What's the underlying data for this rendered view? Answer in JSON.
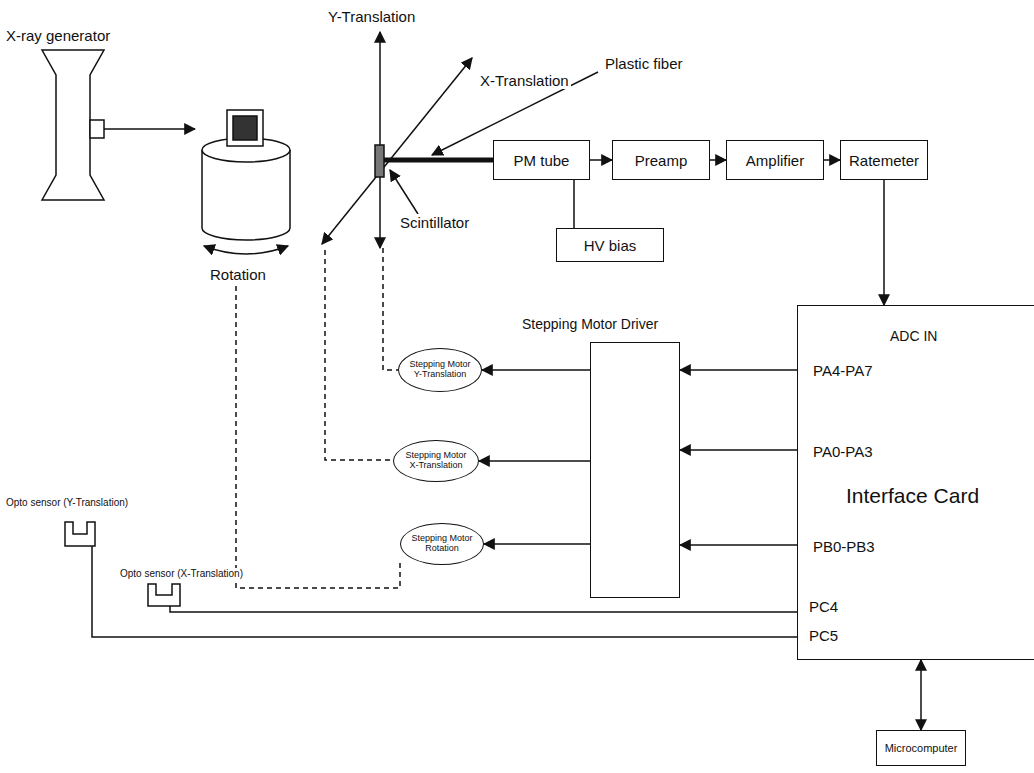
{
  "diagram": {
    "nodes": [
      {
        "text": [
          "PM tube"
        ]
      },
      {
        "text": [
          "Preamp"
        ]
      },
      {
        "text": [
          "Amplifier"
        ]
      },
      {
        "text": [
          "Ratemeter"
        ]
      },
      {
        "text": [
          "HV bias"
        ]
      },
      {
        "text": [
          "Stepping Motor Driver"
        ]
      },
      {
        "text": [
          "ADC IN",
          "PA4-PA7",
          "PA0-PA3",
          "Interface Card",
          "PB0-PB3",
          "PC4",
          "PC5"
        ]
      },
      {
        "text": [
          "Stepping Motor Y-Translation"
        ]
      },
      {
        "text": [
          "Stepping Motor X-Translation"
        ]
      },
      {
        "text": [
          "Stepping Motor Rotation"
        ]
      },
      {
        "text": [
          "Microcomputer"
        ]
      }
    ],
    "edges": [
      {
        "from": 0,
        "to": 1,
        "arrow": "to"
      },
      {
        "from": 1,
        "to": 2,
        "arrow": "to"
      },
      {
        "from": 2,
        "to": 3,
        "arrow": "to"
      },
      {
        "from": 3,
        "to": 6,
        "arrow": "to"
      },
      {
        "from": 4,
        "to": 0,
        "arrow": "none"
      },
      {
        "from": 6,
        "to": 5,
        "arrow": "to"
      },
      {
        "from": 6,
        "to": 5,
        "arrow": "to"
      },
      {
        "from": 6,
        "to": 5,
        "arrow": "to"
      },
      {
        "from": 5,
        "to": 7,
        "arrow": "to"
      },
      {
        "from": 5,
        "to": 8,
        "arrow": "to"
      },
      {
        "from": 5,
        "to": 9,
        "arrow": "to"
      },
      {
        "from": 6,
        "to": 10,
        "arrow": "both"
      }
    ],
    "labels": [
      "X-ray generator",
      "Y-Translation",
      "X-Translation",
      "Plastic fiber",
      "Scintillator",
      "Rotation",
      "Opto sensor (Y-Translation)",
      "Opto sensor (X-Translation)"
    ]
  }
}
